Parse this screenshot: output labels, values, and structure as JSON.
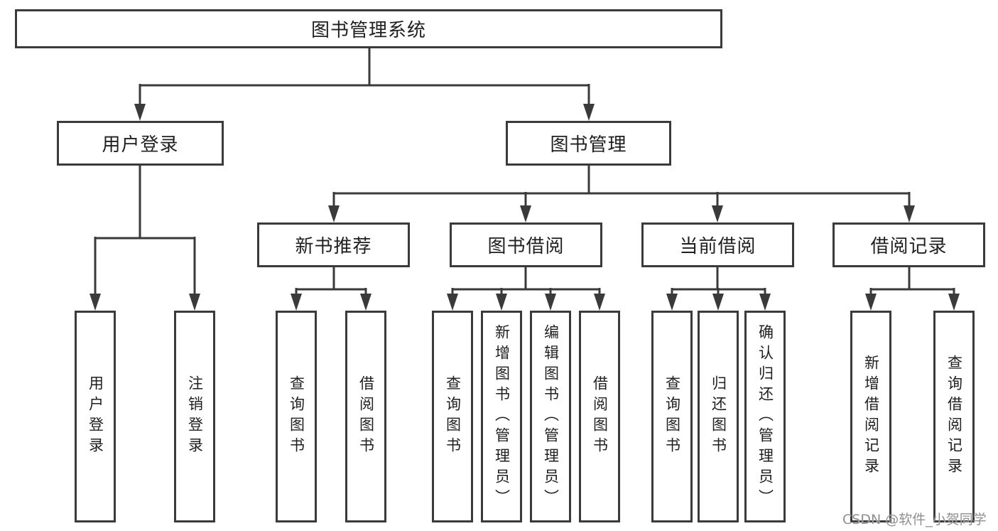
{
  "nodes": {
    "root": {
      "label": "图书管理系统"
    },
    "level2": [
      {
        "label": "用户登录"
      },
      {
        "label": "图书管理"
      }
    ],
    "level3": [
      {
        "label": "新书推荐",
        "parent": "图书管理"
      },
      {
        "label": "图书借阅",
        "parent": "图书管理"
      },
      {
        "label": "当前借阅",
        "parent": "图书管理"
      },
      {
        "label": "借阅记录",
        "parent": "图书管理"
      }
    ],
    "leaves": [
      {
        "label": "用户登录",
        "parent": "用户登录"
      },
      {
        "label": "注销登录",
        "parent": "用户登录"
      },
      {
        "label": "查询图书",
        "parent": "新书推荐"
      },
      {
        "label": "借阅图书",
        "parent": "新书推荐"
      },
      {
        "label": "查询图书",
        "parent": "图书借阅"
      },
      {
        "label": "新增图书（管理员）",
        "parent": "图书借阅"
      },
      {
        "label": "编辑图书（管理员）",
        "parent": "图书借阅"
      },
      {
        "label": "借阅图书",
        "parent": "图书借阅"
      },
      {
        "label": "查询图书",
        "parent": "当前借阅"
      },
      {
        "label": "归还图书",
        "parent": "当前借阅"
      },
      {
        "label": "确认归还（管理员）",
        "parent": "当前借阅"
      },
      {
        "label": "新增借阅记录",
        "parent": "借阅记录"
      },
      {
        "label": "查询借阅记录",
        "parent": "借阅记录"
      }
    ]
  },
  "watermark": "CSDN @软件_小贺同学",
  "colors": {
    "line": "#3a3a3a",
    "text": "#1f1f1f",
    "watermark": "#8f8f8f",
    "background": "#ffffff"
  }
}
